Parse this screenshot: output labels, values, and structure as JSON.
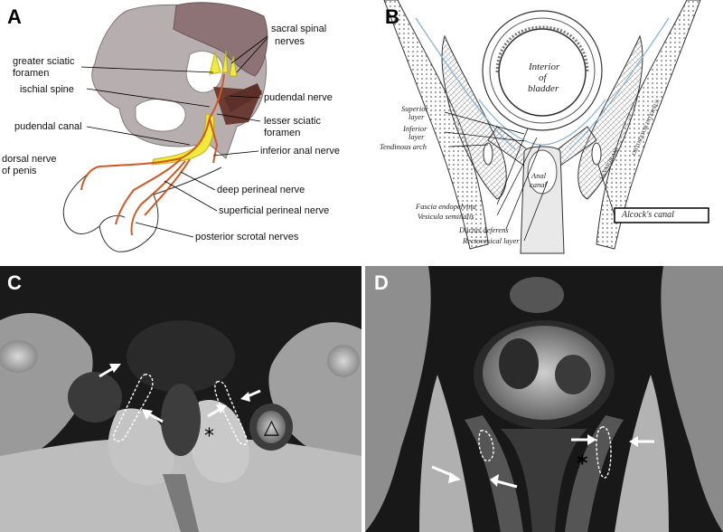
{
  "panels": {
    "a": {
      "label": "A"
    },
    "b": {
      "label": "B"
    },
    "c": {
      "label": "C"
    },
    "d": {
      "label": "D"
    }
  },
  "panel_a_labels": {
    "sacral_spinal": "sacral spinal",
    "nerves": "nerves",
    "greater_sciatic": "greater sciatic",
    "foramen1": "foramen",
    "ischial_spine": "ischial spine",
    "pudendal_nerve": "pudendal nerve",
    "lesser_sciatic": "lesser sciatic",
    "foramen2": "foramen",
    "pudendal_canal": "pudendal canal",
    "inferior_anal": "inferior anal nerve",
    "dorsal_nerve": "dorsal nerve",
    "of_penis": "of penis",
    "deep_perineal": "deep perineal nerve",
    "superficial_perineal": "superficial perineal nerve",
    "posterior_scrotal": "posterior scrotal nerves"
  },
  "panel_b_labels": {
    "interior": "Interior",
    "of": "of",
    "bladder": "bladder",
    "superior": "Superior",
    "layer1": "layer",
    "inferior": "Inferior",
    "layer2": "layer",
    "tendinous": "Tendinous arch",
    "anal": "Anal",
    "canal": "canal",
    "fascia": "Fascia endopelvina",
    "vesicula": "Vesicula seminalis",
    "ductus": "Ductus deferens",
    "rectovesical": "Rectovesical layer",
    "alcock": "Alcock's canal",
    "levator": "LEVATOR ANI",
    "obturator": "OBTURATOR INTERNUS"
  },
  "panel_c_marks": {
    "asterisk": "*",
    "triangle": "△"
  },
  "panel_d_marks": {
    "asterisk": "*"
  },
  "colors": {
    "nerve": "#d2581f",
    "canal": "#f2ea3a",
    "bone": "#b7aeb0",
    "muscle": "#6b3c33"
  }
}
